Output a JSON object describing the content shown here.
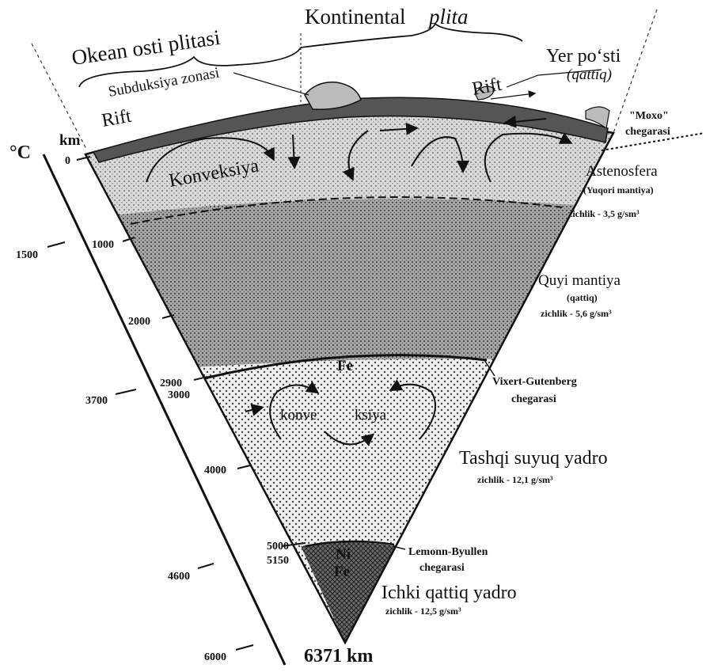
{
  "header": {
    "oceanic_plate": "Okean osti plitasi",
    "continental_plate_a": "Kontinental",
    "continental_plate_b": "plita"
  },
  "crust": {
    "title": "Yer po‘sti",
    "state": "(qattiq)"
  },
  "labels": {
    "subduction_zone": "Subduksiya zonasi",
    "rift_left": "Rift",
    "rift_right": "Rift",
    "convection": "Konveksiya",
    "moho_name": "\"Moxo\"",
    "moho_boundary": "chegarasi",
    "km_unit": "km",
    "celsius_unit": "°C",
    "fe_outer": "Fe",
    "fe_inner": "Fe",
    "ni_inner": "Ni",
    "convection_outer_a": "konve",
    "convection_outer_b": "ksiya",
    "center_depth": "6371 km"
  },
  "layers": {
    "asthenosphere": {
      "name": "Astenosfera",
      "sub": "(Yuqori mantiya)",
      "density": "zichlik - 3,5 g/sm³"
    },
    "lower_mantle": {
      "name": "Quyi mantiya",
      "sub": "(qattiq)",
      "density": "zichlik - 5,6 g/sm³"
    },
    "gutenberg": {
      "name": "Vixert-Gutenberg",
      "sub": "chegarasi"
    },
    "outer_core": {
      "name": "Tashqi suyuq yadro",
      "density": "zichlik - 12,1 g/sm³"
    },
    "lehmann": {
      "name": "Lemonn-Byullen",
      "sub": "chegarasi"
    },
    "inner_core": {
      "name": "Ichki qattiq yadro",
      "density": "zichlik - 12,5 g/sm³"
    }
  },
  "depth_ticks_km": [
    "0",
    "1000",
    "2000",
    "2900",
    "3000",
    "4000",
    "5000",
    "5150"
  ],
  "temperature_ticks_c": [
    "1500",
    "3700",
    "4600",
    "6000"
  ]
}
